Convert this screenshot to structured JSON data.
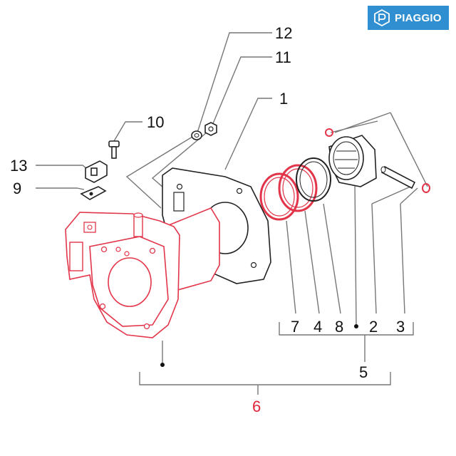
{
  "brand": {
    "name": "PIAGGIO",
    "color": "#2f8fd0"
  },
  "callouts": {
    "c1": "1",
    "c2": "2",
    "c3": "3",
    "c4": "4",
    "c5": "5",
    "c6": "6",
    "c7": "7",
    "c8": "8",
    "c9": "9",
    "c10": "10",
    "c11": "11",
    "c12": "12",
    "c13": "13"
  },
  "colors": {
    "highlight": "#e0243a",
    "line": "#777777",
    "ink": "#222222"
  }
}
